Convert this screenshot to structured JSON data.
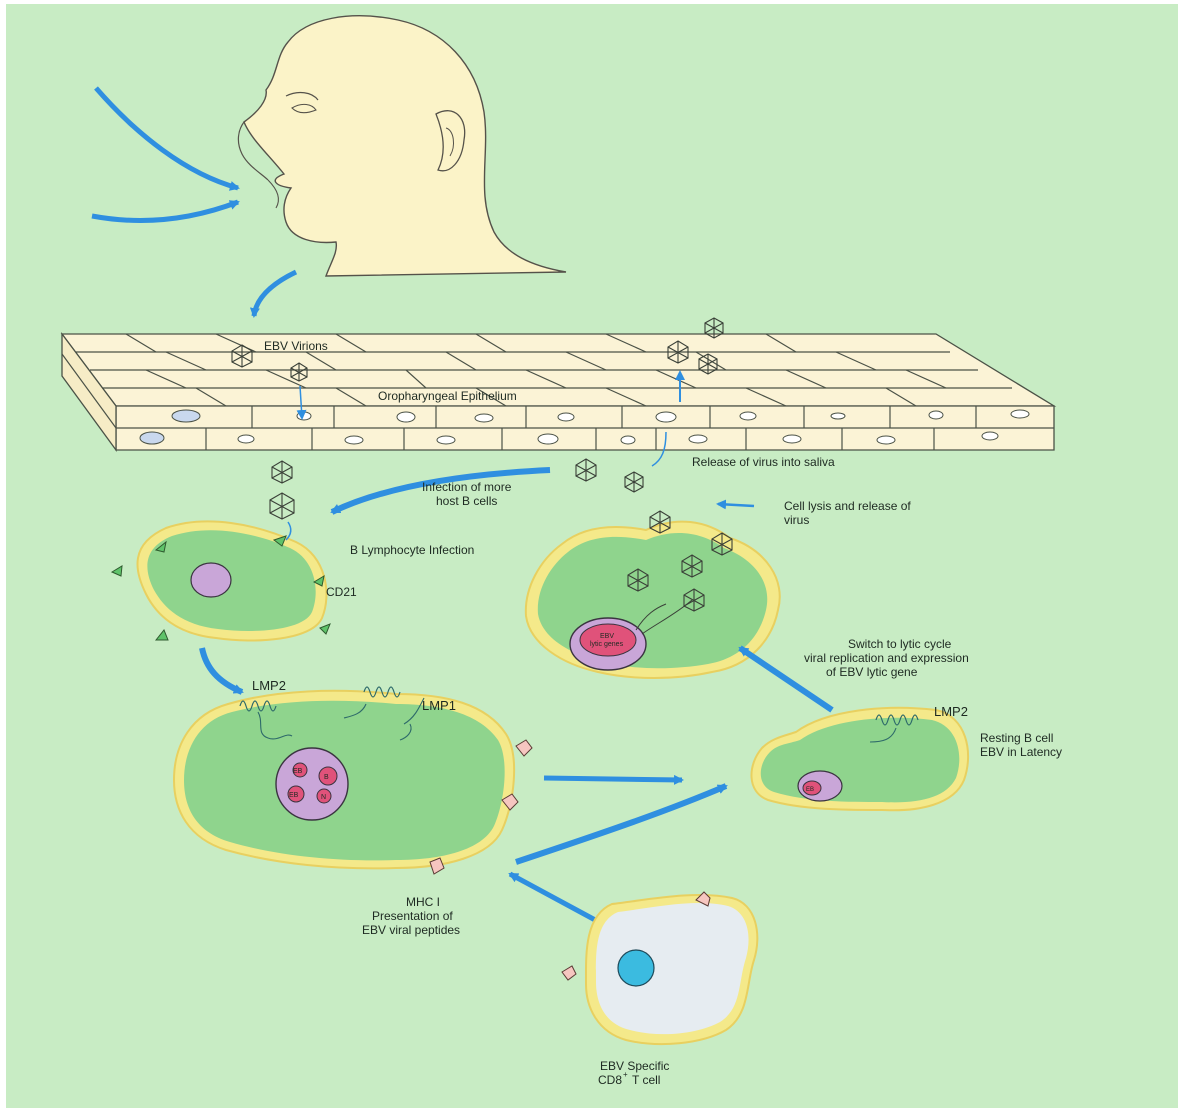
{
  "colors": {
    "background": "#c8ecc4",
    "cell_membrane": "#f4e98a",
    "cell_body": "#8fd48d",
    "nucleus": "#c9a6d8",
    "arrow": "#2f8fe0",
    "skin": "#fbf3c8",
    "epithelium": "#fbf3d6",
    "t_cell_body": "#e6ecf1",
    "t_cell_nucleus": "#3bbbe0",
    "lytic_nucleus_inner": "#e0527a"
  },
  "labels": {
    "ebv_virions": "EBV Virions",
    "oropharyngeal_epithelium": "Oropharyngeal Epithelium",
    "release_into_saliva": "Release of virus into saliva",
    "infection_more_b_cells_1": "Infection of more",
    "infection_more_b_cells_2": "host B cells",
    "cell_lysis_1": "Cell lysis and release of",
    "cell_lysis_2": "virus",
    "b_lymphocyte_infection": "B Lymphocyte Infection",
    "cd21": "CD21",
    "switch_lytic_1": "Switch to lytic cycle",
    "switch_lytic_2": "viral replication and expression",
    "switch_lytic_3": "of EBV lytic gene",
    "lmp2_left": "LMP2",
    "lmp1": "LMP1",
    "lmp2_right": "LMP2",
    "resting_b_cell_1": "Resting B cell",
    "resting_b_cell_2": "EBV in Latency",
    "mhc_1": "MHC I",
    "mhc_2": "Presentation of",
    "mhc_3": "EBV viral peptides",
    "t_cell_1": "EBV Specific",
    "t_cell_2": "CD8",
    "t_cell_sup": "+",
    "t_cell_3": "T cell",
    "lytic_nucleus_text_1": "EBV",
    "lytic_nucleus_text_2": "lytic genes",
    "ebna_1": "EB",
    "ebna_2": "B",
    "ebna_3": "EB",
    "ebna_4": "N",
    "latent_nucleus_text": "EB"
  }
}
